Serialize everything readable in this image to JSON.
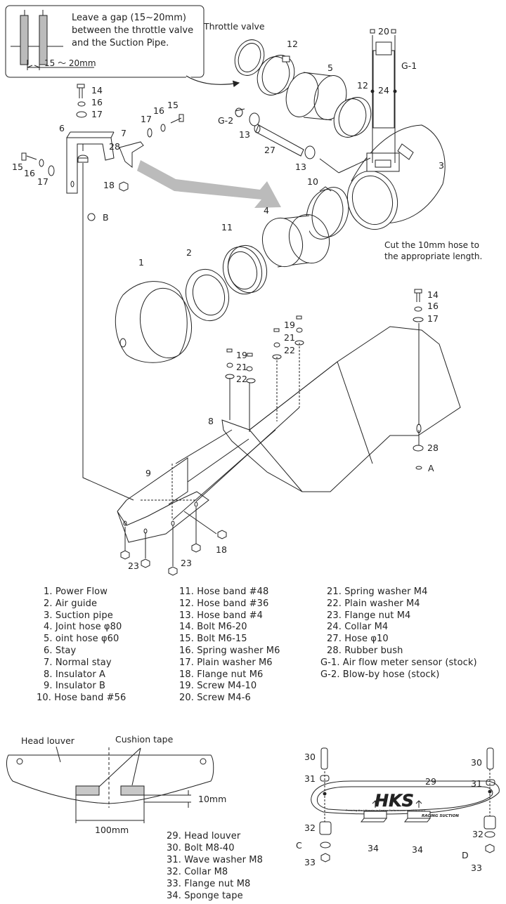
{
  "notes": {
    "gap_lines": [
      "Leave a gap (15~20mm)",
      "between the throttle valve",
      "and the Suction Pipe."
    ],
    "gap_dimension": "15 ～ 20mm",
    "throttle_valve": "Throttle valve",
    "cut_hose_lines": [
      "Cut the 10mm hose to",
      "the appropriate length."
    ]
  },
  "callouts": {
    "n1": "1",
    "n2": "2",
    "n3": "3",
    "n4": "4",
    "n5": "5",
    "n6": "6",
    "n7": "7",
    "n8": "8",
    "n9": "9",
    "n10": "10",
    "n11": "11",
    "n12": "12",
    "n13": "13",
    "n14": "14",
    "n15": "15",
    "n16": "16",
    "n17": "17",
    "n18": "18",
    "n19": "19",
    "n20": "20",
    "n21": "21",
    "n22": "22",
    "n23": "23",
    "n24": "24",
    "n27": "27",
    "n28": "28",
    "n29": "29",
    "n30": "30",
    "n31": "31",
    "n32": "32",
    "n33": "33",
    "n34": "34",
    "g1": "G-1",
    "g2": "G-2",
    "pt_a": "A",
    "pt_b": "B",
    "pt_c": "C",
    "pt_d": "D"
  },
  "parts_list_col1": [
    "1. Power Flow",
    "2. Air guide",
    "3. Suction pipe",
    "4. Joint hose  φ80",
    "5. oint hose  φ60",
    "6. Stay",
    "7. Normal stay",
    "8. Insulator A",
    "9. Insulator B",
    "10. Hose band  #56"
  ],
  "parts_list_col2": [
    "11. Hose band  #48",
    "12. Hose band  #36",
    "13. Hose band  #4",
    "14. Bolt  M6-20",
    "15. Bolt  M6-15",
    "16. Spring washer  M6",
    "17. Plain washer  M6",
    "18. Flange nut  M6",
    "19. Screw  M4-10",
    "20. Screw  M4-6"
  ],
  "parts_list_col3": [
    "21. Spring washer  M4",
    "22. Plain washer  M4",
    "23. Flange nut  M4",
    "24. Collar  M4",
    "27. Hose  φ10",
    "28. Rubber bush",
    "G-1. Air flow meter sensor (stock)",
    "G-2. Blow-by hose (stock)"
  ],
  "parts_list_col4": [
    "29. Head louver",
    "30. Bolt  M8-40",
    "31. Wave washer  M8",
    "32. Collar  M8",
    "33. Flange nut  M8",
    "34. Sponge tape"
  ],
  "louver_diagram": {
    "head_louver": "Head louver",
    "cushion_tape": "Cushion tape",
    "dim_100": "100mm",
    "dim_10": "10mm"
  },
  "logo": {
    "brand": "HKS",
    "tagline": "Pursuing the Ultimate in Engine Performance and Efficiency",
    "product": "RACING SUCTION"
  }
}
